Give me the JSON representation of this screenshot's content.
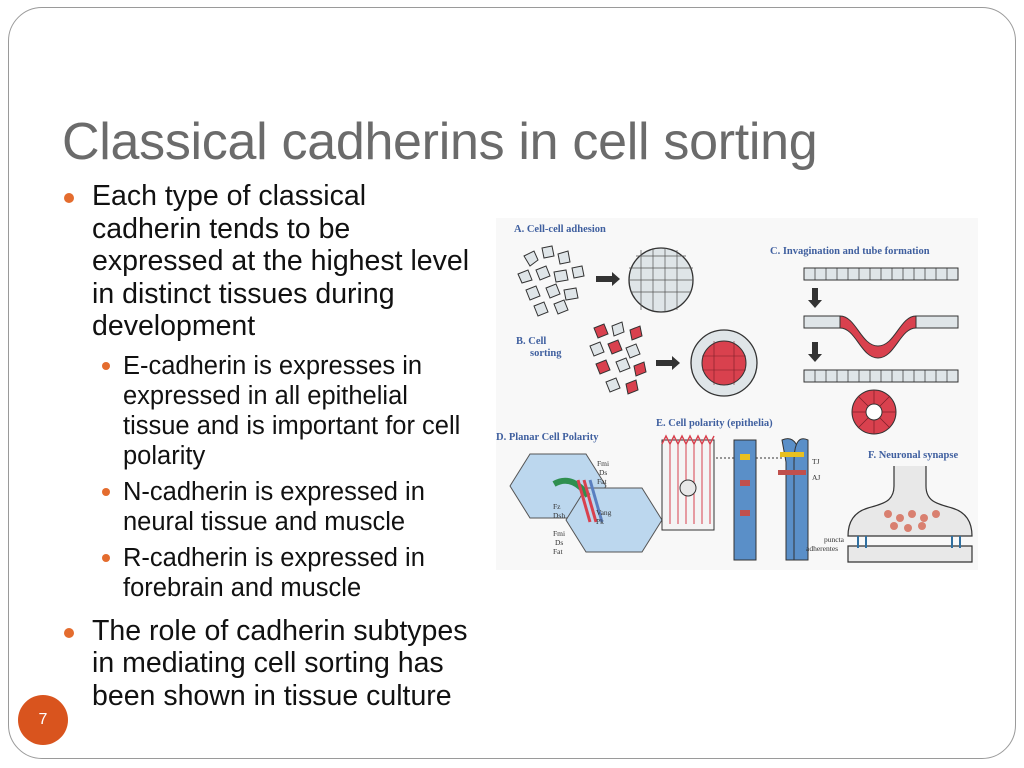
{
  "slide": {
    "title": "Classical cadherins in cell sorting",
    "page_number": "7",
    "bullets": [
      {
        "text": "Each type of classical cadherin tends to be expressed at the highest level in distinct tissues during development",
        "sub": [
          "E-cadherin is expresses in expressed in all epithelial tissue and is important for cell polarity",
          "N-cadherin is expressed in neural tissue and muscle",
          "R-cadherin is expressed in forebrain and muscle"
        ]
      },
      {
        "text": "The role of cadherin subtypes in mediating cell sorting has been shown in tissue culture",
        "sub": []
      }
    ],
    "figure": {
      "panel_a": "A. Cell-cell adhesion",
      "panel_b_line1": "B. Cell",
      "panel_b_line2": "sorting",
      "panel_c": "C. Invagination and tube formation",
      "panel_d": "D. Planar Cell Polarity",
      "panel_e": "E. Cell polarity (epithelia)",
      "panel_f": "F. Neuronal synapse",
      "d_labels": [
        "Fmi",
        "Ds",
        "Fat",
        "Fz",
        "Dsh",
        "Vang",
        "Pk",
        "Fmi",
        "Ds",
        "Fat"
      ],
      "e_labels": [
        "TJ",
        "AJ"
      ],
      "f_labels": [
        "puncta",
        "adherentes"
      ]
    },
    "colors": {
      "accent": "#e46c2e",
      "page_badge": "#d9541e",
      "title": "#6b6b6b"
    }
  }
}
